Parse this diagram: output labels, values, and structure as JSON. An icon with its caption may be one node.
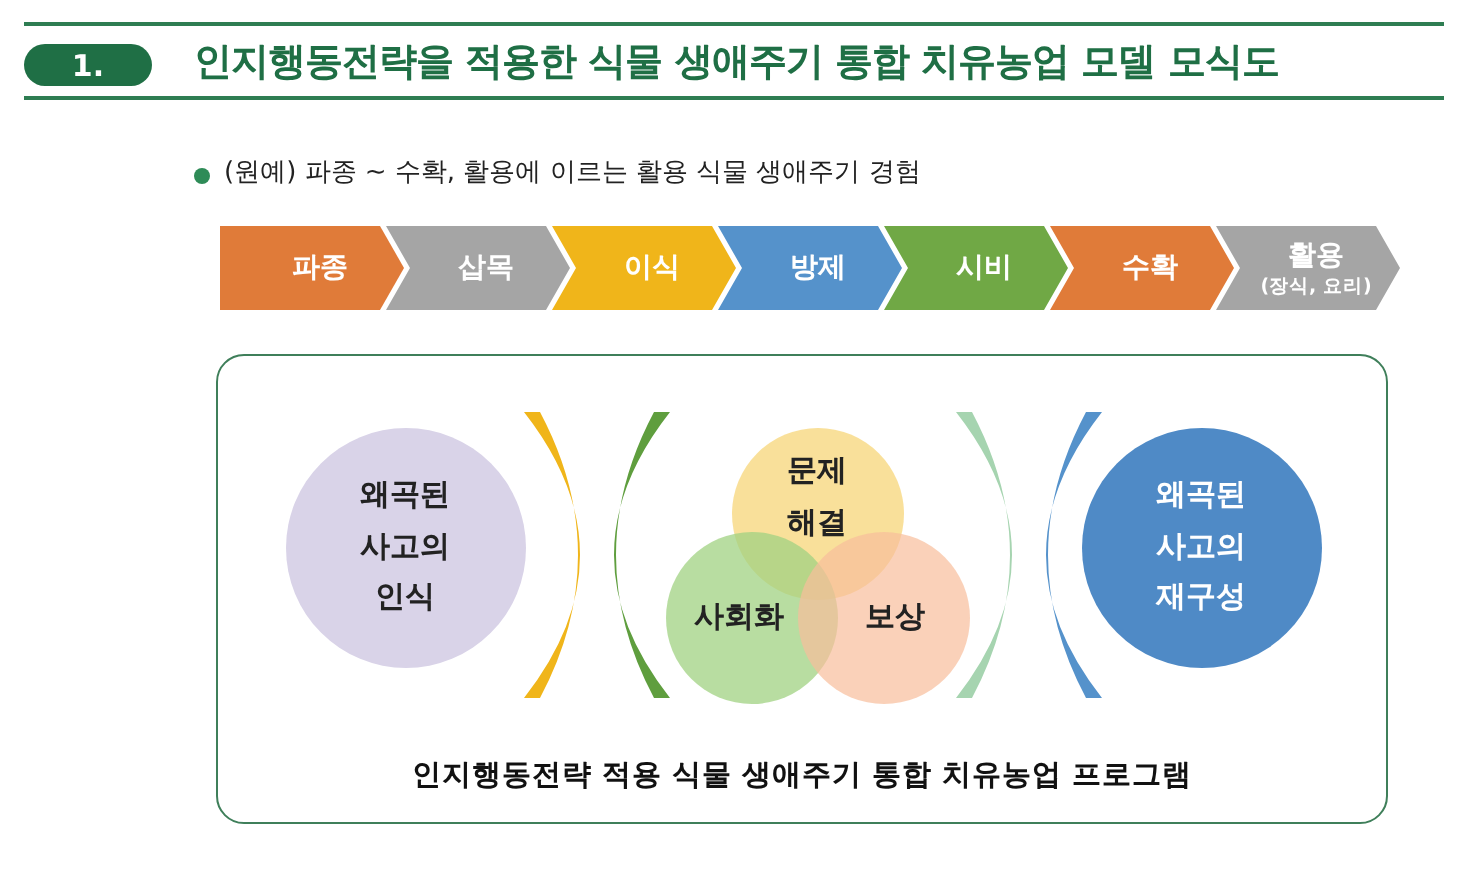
{
  "diagram": {
    "title": "인지행동전략을 적용한 식물 생애주기 통합 치유농업 모델 모식도",
    "nodes": [
      {
        "text": [
          "1."
        ]
      },
      {
        "text": [
          "파종"
        ]
      },
      {
        "text": [
          "삽목"
        ]
      },
      {
        "text": [
          "이식"
        ]
      },
      {
        "text": [
          "방제"
        ]
      },
      {
        "text": [
          "시비"
        ]
      },
      {
        "text": [
          "수확"
        ]
      },
      {
        "text": [
          "활용",
          "(장식, 요리)"
        ]
      },
      {
        "text": [
          "인지행동전략 적용 식물 생애주기 통합 치유농업 프로그램"
        ]
      },
      {
        "text": [
          "왜곡된 사고의 인식"
        ],
        "in": 8
      },
      {
        "text": [
          "문제 해결"
        ],
        "in": 8
      },
      {
        "text": [
          "사회화"
        ],
        "in": 8
      },
      {
        "text": [
          "보상"
        ],
        "in": 8
      },
      {
        "text": [
          "왜곡된 사고의 재구성"
        ],
        "in": 8
      }
    ],
    "edges": [],
    "labels": [
      "(원예) 파종 ~ 수확, 활용에 이르는 활용 식물 생애주기 경험"
    ]
  }
}
